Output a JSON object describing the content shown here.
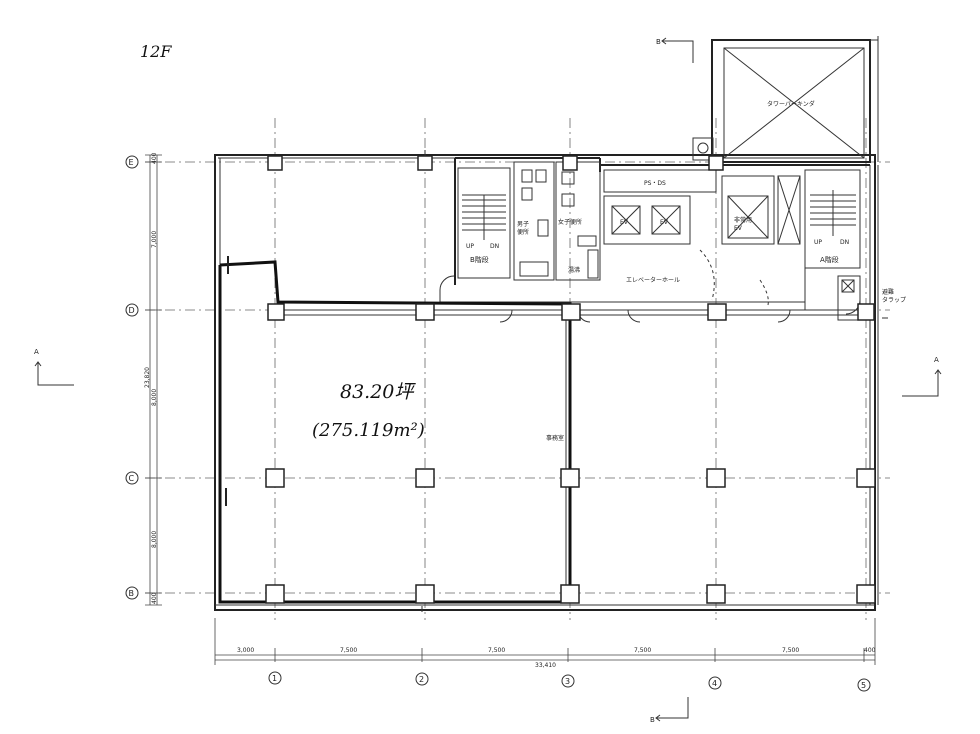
{
  "floor_label": "12F",
  "area": {
    "tsubo": "83.20坪",
    "m2": "(275.119m²)"
  },
  "grid": {
    "rows": [
      "E",
      "D",
      "C",
      "B"
    ],
    "cols": [
      "1",
      "2",
      "3",
      "4",
      "5"
    ]
  },
  "rooms": {
    "tower_parking": "タワーパーキンダ",
    "ps_ds": "PS・DS",
    "stair_b": "B階段",
    "stair_a": "A階段",
    "mens_wc": "男子\n便所",
    "womens_wc": "女子便所",
    "pantry": "湯沸",
    "elevator_hall": "エレベーターホール",
    "office": "事務室",
    "ev": "EV",
    "emergency_ev": "非常用\nEV",
    "evac_trap": "避難\nタラップ",
    "up": "UP",
    "dn": "DN"
  },
  "section_marks": {
    "a": "A",
    "b": "B"
  },
  "dims_horizontal": [
    "3,000",
    "7,500",
    "7,500",
    "7,500",
    "7,500",
    "400"
  ],
  "dim_total": "33,410",
  "dims_vertical": [
    "400",
    "7,000",
    "8,000",
    "8,000",
    "400"
  ],
  "dim_vertical_total": "23,820"
}
